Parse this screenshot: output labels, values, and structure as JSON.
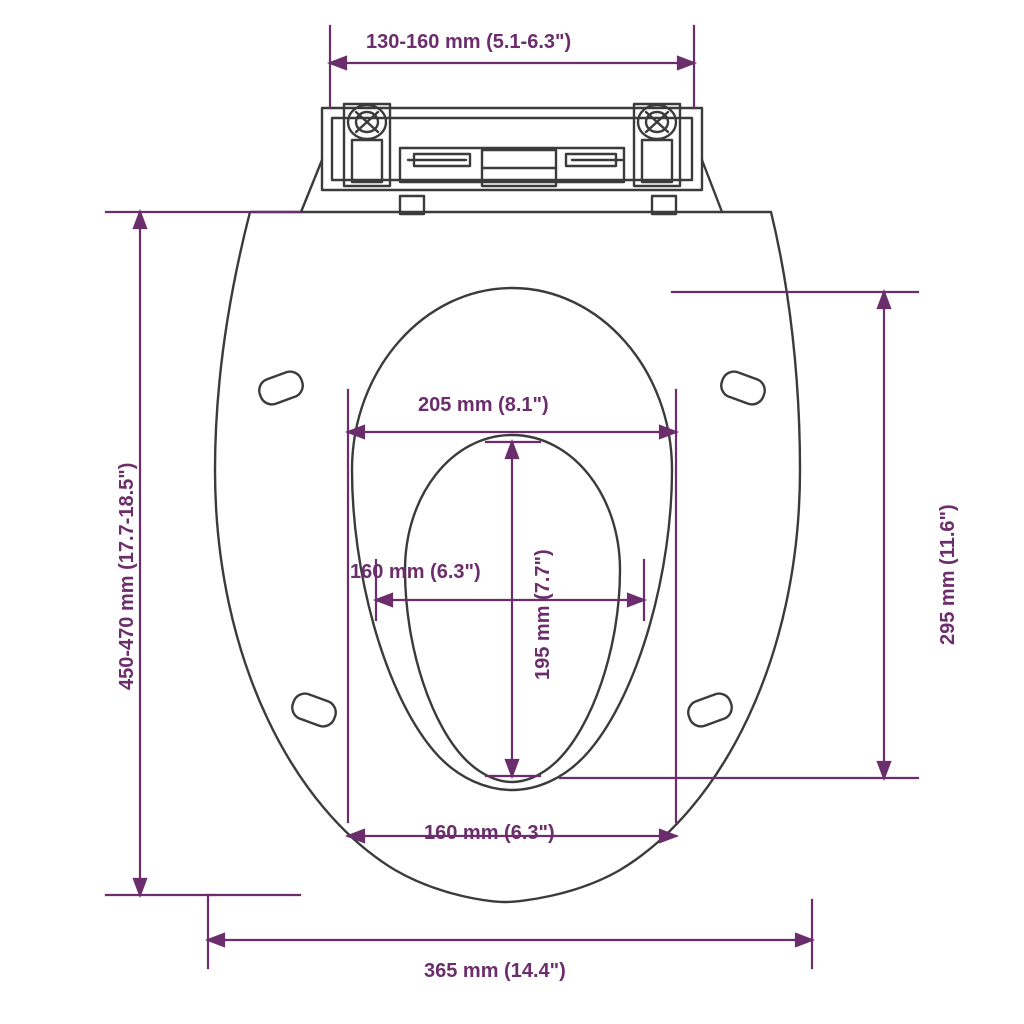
{
  "diagram": {
    "title": "toilet-seat-technical-drawing",
    "colors": {
      "outline": "#3b3b3b",
      "dimension": "#6b2d6b",
      "background": "#ffffff"
    },
    "dimensions": {
      "top_hinge_width": "130-160 mm (5.1-6.3\")",
      "overall_height": "450-470 mm (17.7-18.5\")",
      "inner_opening_width": "205 mm (8.1\")",
      "inner_lower_width": "160 mm (6.3\")",
      "inner_opening_height": "195 mm (7.7\")",
      "bottom_mount_spacing": "160 mm (6.3\")",
      "right_height": "295 mm (11.6\")",
      "overall_width": "365 mm (14.4\")"
    }
  }
}
